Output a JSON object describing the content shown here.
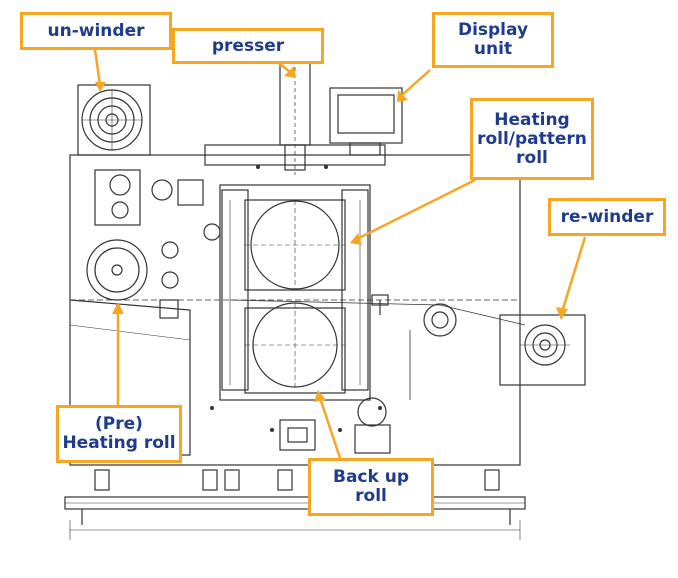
{
  "diagram": {
    "labels": {
      "unwinder": [
        "un-winder"
      ],
      "presser": [
        "presser"
      ],
      "display_unit": [
        "Display",
        "unit"
      ],
      "heating_roll": [
        "Heating",
        "roll/pattern",
        "roll"
      ],
      "rewinder": [
        "re-winder"
      ],
      "pre_heating_roll": [
        "(Pre)",
        "Heating roll"
      ],
      "backup_roll": [
        "Back up",
        "roll"
      ]
    },
    "colors": {
      "callout_border": "#f5a623",
      "callout_text": "#1f3b8c",
      "arrow": "#f5a623",
      "drawing_line": "#333333"
    }
  }
}
